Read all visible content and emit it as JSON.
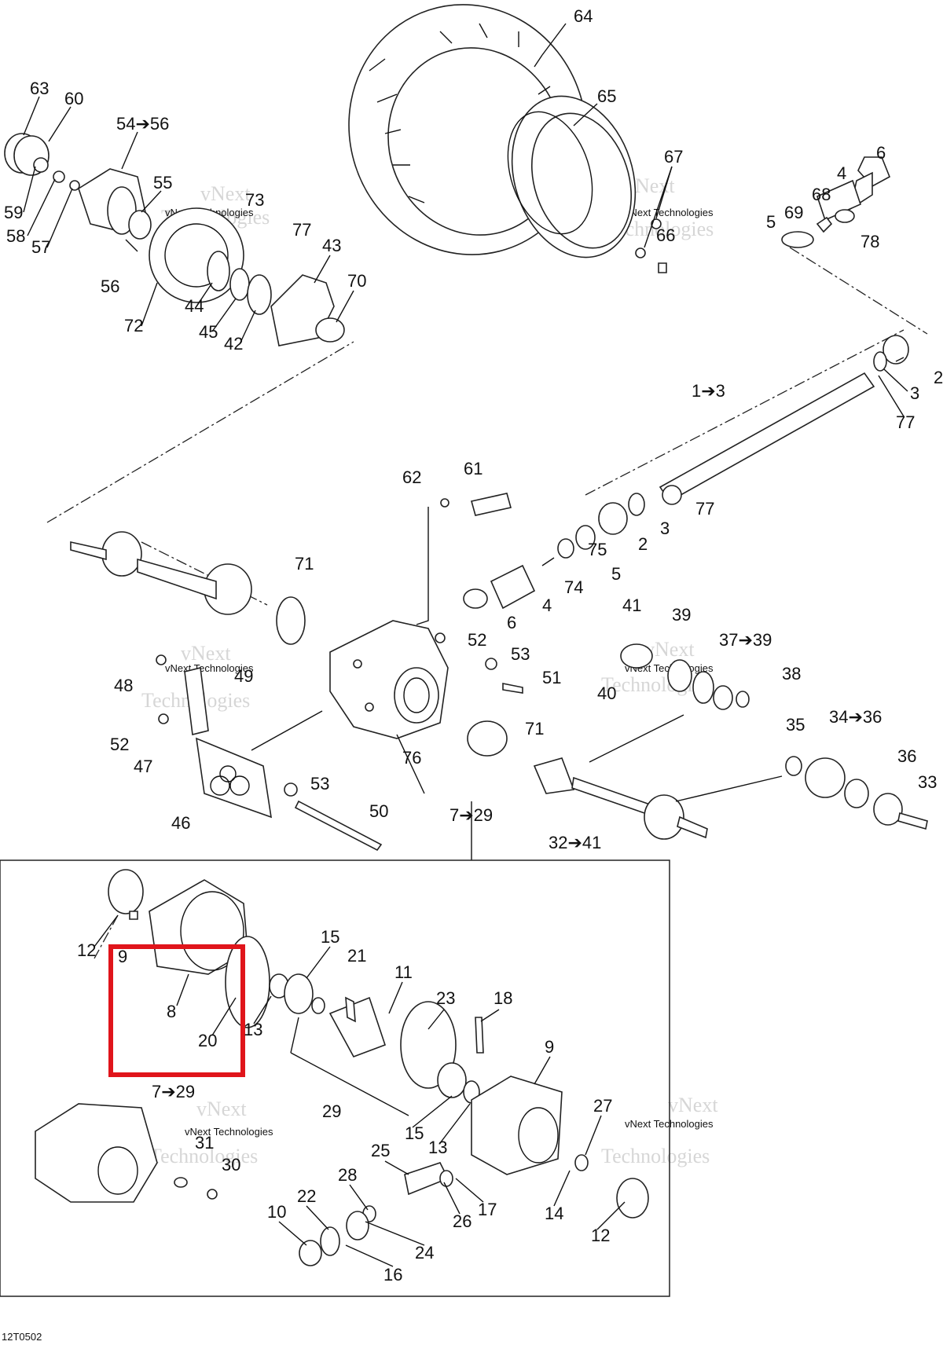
{
  "diagram": {
    "code": "12T0502",
    "watermark_line1": "vNext",
    "watermark_line2": "Technologies",
    "watermark_small": "vNext Technologies",
    "labels": {
      "l64": "64",
      "l65": "65",
      "l67": "67",
      "l66": "66",
      "l6a": "6",
      "l4a": "4",
      "l68": "68",
      "l69": "69",
      "l78": "78",
      "l5a": "5",
      "l2a": "2",
      "l3a": "3",
      "l77a": "77",
      "l1_3": "1➔3",
      "l63": "63",
      "l60": "60",
      "l54_56": "54➔56",
      "l55": "55",
      "l73": "73",
      "l77b": "77",
      "l59": "59",
      "l58": "58",
      "l57": "57",
      "l56": "56",
      "l72": "72",
      "l44": "44",
      "l45": "45",
      "l42": "42",
      "l43": "43",
      "l70": "70",
      "l62": "62",
      "l61": "61",
      "l77c": "77",
      "l2b": "2",
      "l3b": "3",
      "l5b": "5",
      "l75": "75",
      "l74": "74",
      "l4b": "4",
      "l6b": "6",
      "l71a": "71",
      "l52a": "52",
      "l53a": "53",
      "l51": "51",
      "l48": "48",
      "l49": "49",
      "l52b": "52",
      "l47": "47",
      "l76": "76",
      "l71b": "71",
      "l46": "46",
      "l53b": "53",
      "l50": "50",
      "l7_29a": "7➔29",
      "l41": "41",
      "l39": "39",
      "l37_39": "37➔39",
      "l38": "38",
      "l40": "40",
      "l35": "35",
      "l34_36": "34➔36",
      "l36": "36",
      "l33": "33",
      "l32_41": "32➔41",
      "l12a": "12",
      "l9a": "9",
      "l8": "8",
      "l20": "20",
      "l13a": "13",
      "l15a": "15",
      "l21": "21",
      "l11": "11",
      "l23": "23",
      "l18": "18",
      "l9b": "9",
      "l29": "29",
      "l15b": "15",
      "l13b": "13",
      "l27": "27",
      "l7_29b": "7➔29",
      "l31": "31",
      "l30": "30",
      "l25": "25",
      "l28": "28",
      "l22": "22",
      "l10": "10",
      "l24": "24",
      "l16": "16",
      "l26": "26",
      "l17": "17",
      "l14": "14",
      "l12b": "12"
    },
    "highlight_color": "#e0151b"
  }
}
